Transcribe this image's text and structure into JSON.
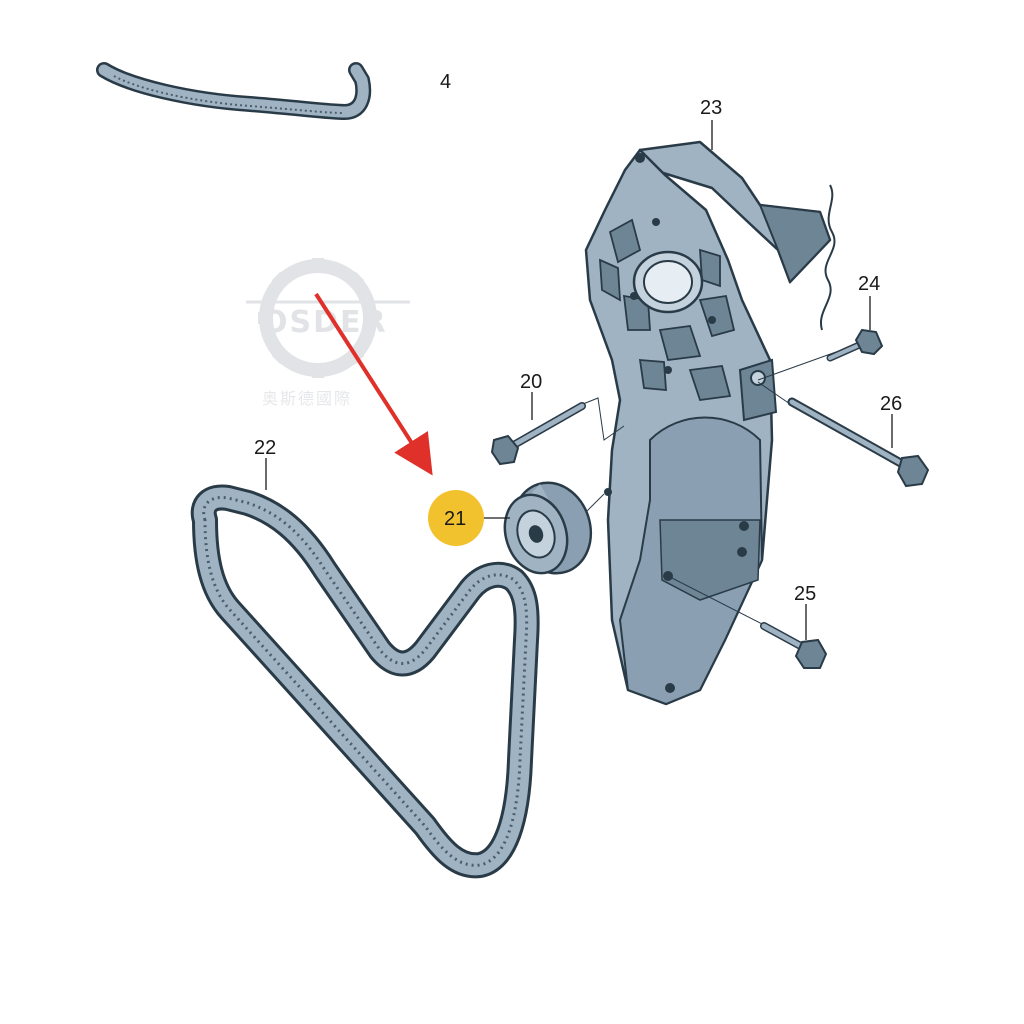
{
  "diagram": {
    "labels": {
      "belt_top": "4",
      "bracket": "23",
      "bolt_top_right": "24",
      "bolt_left": "20",
      "bolt_long": "26",
      "belt_large": "22",
      "pulley": "21",
      "bolt_bottom": "25"
    },
    "watermark": {
      "brand": "OSDER",
      "brand_cn": "奥斯德國際"
    },
    "colors": {
      "part_fill": "#9fb3c3",
      "part_dark": "#6e8596",
      "part_light": "#c4d2dd",
      "outline": "#2a3b48",
      "highlight": "#f2c22e",
      "arrow": "#e0302a"
    }
  }
}
